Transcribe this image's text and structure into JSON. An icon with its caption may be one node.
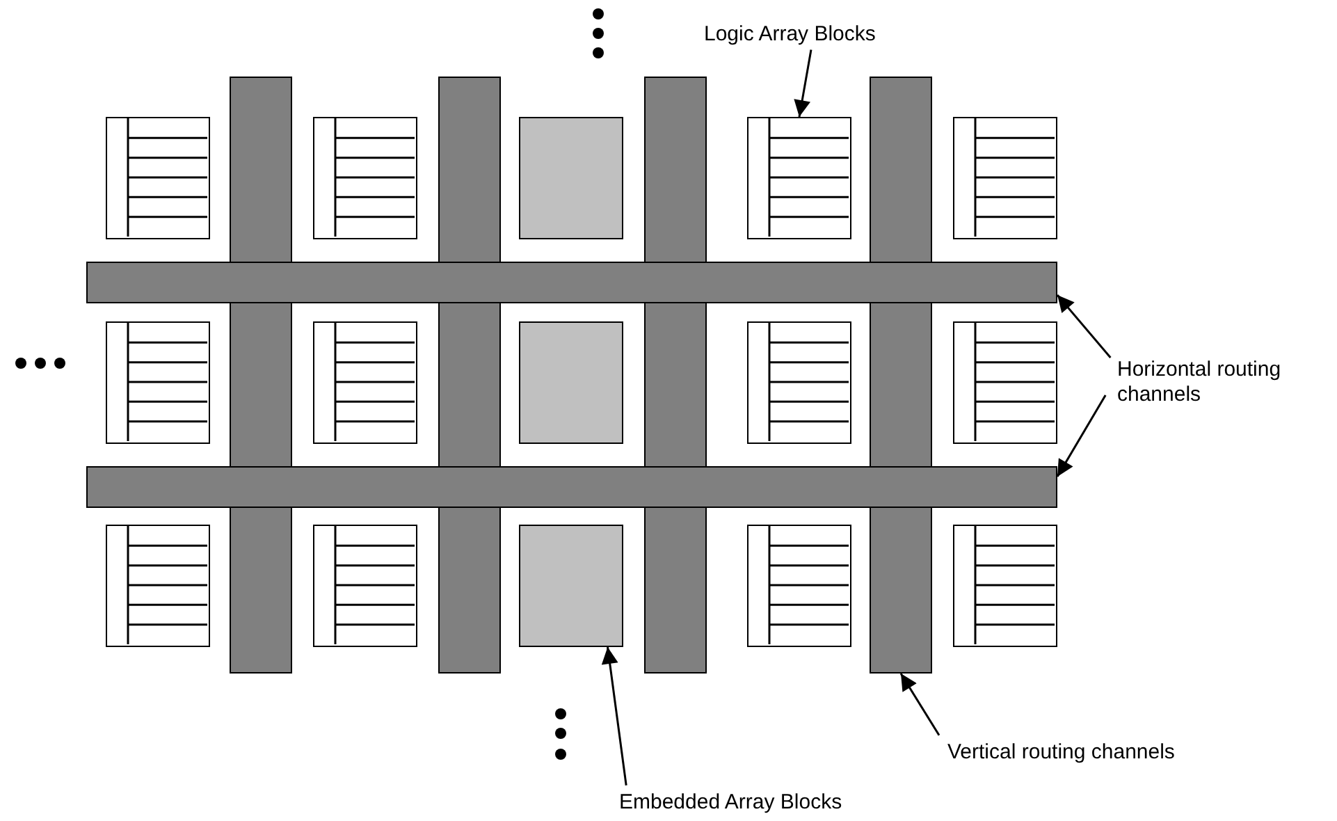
{
  "diagram": {
    "nodes": [
      {
        "text": [
          "Logic Array Blocks"
        ]
      },
      {
        "text": [],
        "shape": "bar"
      },
      {
        "text": [],
        "shape": "bar"
      },
      {
        "text": [],
        "shape": "bar"
      },
      {
        "text": [],
        "shape": "bar"
      },
      {
        "text": [],
        "shape": "table"
      },
      {
        "text": [],
        "shape": "table"
      },
      {
        "text": [],
        "shape": "box"
      },
      {
        "text": [],
        "shape": "table"
      },
      {
        "text": [],
        "shape": "table"
      },
      {
        "text": [],
        "shape": "bar"
      },
      {
        "text": [
          "Horizontal routing channels"
        ]
      },
      {
        "text": [],
        "shape": "table"
      },
      {
        "text": [],
        "shape": "table"
      },
      {
        "text": [],
        "shape": "box"
      },
      {
        "text": [],
        "shape": "table"
      },
      {
        "text": [],
        "shape": "table"
      },
      {
        "text": [],
        "shape": "bar"
      },
      {
        "text": [],
        "shape": "table"
      },
      {
        "text": [],
        "shape": "table"
      },
      {
        "text": [],
        "shape": "box"
      },
      {
        "text": [],
        "shape": "table"
      },
      {
        "text": [],
        "shape": "table"
      },
      {
        "text": [
          "Vertical routing channels"
        ]
      },
      {
        "text": [
          "Embedded Array Blocks"
        ]
      }
    ],
    "edges": [
      {
        "from": 0,
        "to": 8,
        "arrow": "to"
      },
      {
        "from": 11,
        "to": 10,
        "arrow": "to"
      },
      {
        "from": 11,
        "to": 17,
        "arrow": "to"
      },
      {
        "from": 23,
        "to": 4,
        "arrow": "to"
      },
      {
        "from": 24,
        "to": 20,
        "arrow": "to"
      }
    ]
  }
}
